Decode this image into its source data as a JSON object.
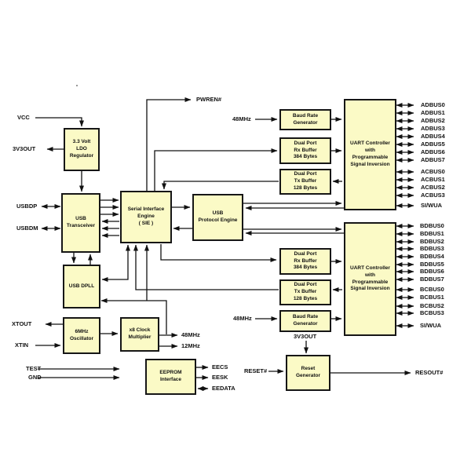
{
  "colors": {
    "background": "#ffffff",
    "block_fill": "#fbfac6",
    "block_border": "#161616",
    "wire": "#111111"
  },
  "left_signals": {
    "vcc": "VCC",
    "v3out": "3V3OUT",
    "usbdp": "USBDP",
    "usbdm": "USBDM",
    "xtout": "XTOUT",
    "xtin": "XTIN",
    "test": "TEST",
    "gnd": "GND"
  },
  "net_labels": {
    "pwren": "PWREN#",
    "clk48_uart1": "48MHz",
    "clk48_uart2": "48MHz",
    "clk48_out": "48MHz",
    "clk12_out": "12MHz",
    "v3out_reset": "3V3OUT",
    "reset_in": "RESET#",
    "resout": "RESOUT#",
    "eecs": "EECS",
    "eesk": "EESK",
    "eedata": "EEDATA"
  },
  "blocks": {
    "ldo": "3.3 Volt\nLDO\nRegulator",
    "usb_transceiver": "USB\nTransceiver",
    "sie": "Serial Interface\nEngine\n( SIE )",
    "usb_protocol_engine": "USB\nProtocol Engine",
    "usb_dpll": "USB DPLL",
    "oscillator": "6MHz\nOscillator",
    "clock_multiplier": "x8 Clock\nMultiplier",
    "eeprom_interface": "EEPROM\nInterface",
    "baud_rate_generator_1": "Baud Rate\nGenerator",
    "rx_buffer_1": "Dual Port\nRx Buffer\n384 Bytes",
    "tx_buffer_1": "Dual Port\nTx Buffer\n128 Bytes",
    "uart_controller_1": "UART Controller\nwith\nProgrammable\nSignal Inversion",
    "rx_buffer_2": "Dual Port\nRx Buffer\n384 Bytes",
    "tx_buffer_2": "Dual Port\nTx Buffer\n128 Bytes",
    "baud_rate_generator_2": "Baud Rate\nGenerator",
    "uart_controller_2": "UART Controller\nwith\nProgrammable\nSignal Inversion",
    "reset_generator": "Reset\nGenerator"
  },
  "uart1_pins": [
    "ADBUS0",
    "ADBUS1",
    "ADBUS2",
    "ADBUS3",
    "ADBUS4",
    "ADBUS5",
    "ADBUS6",
    "ADBUS7",
    "ACBUS0",
    "ACBUS1",
    "ACBUS2",
    "ACBUS3",
    "SI/WUA"
  ],
  "uart2_pins": [
    "BDBUS0",
    "BDBUS1",
    "BDBUS2",
    "BDBUS3",
    "BDBUS4",
    "BDBUS5",
    "BDBUS6",
    "BDBUS7",
    "BCBUS0",
    "BCBUS1",
    "BCBUS2",
    "BCBUS3",
    "SI/WUA"
  ]
}
